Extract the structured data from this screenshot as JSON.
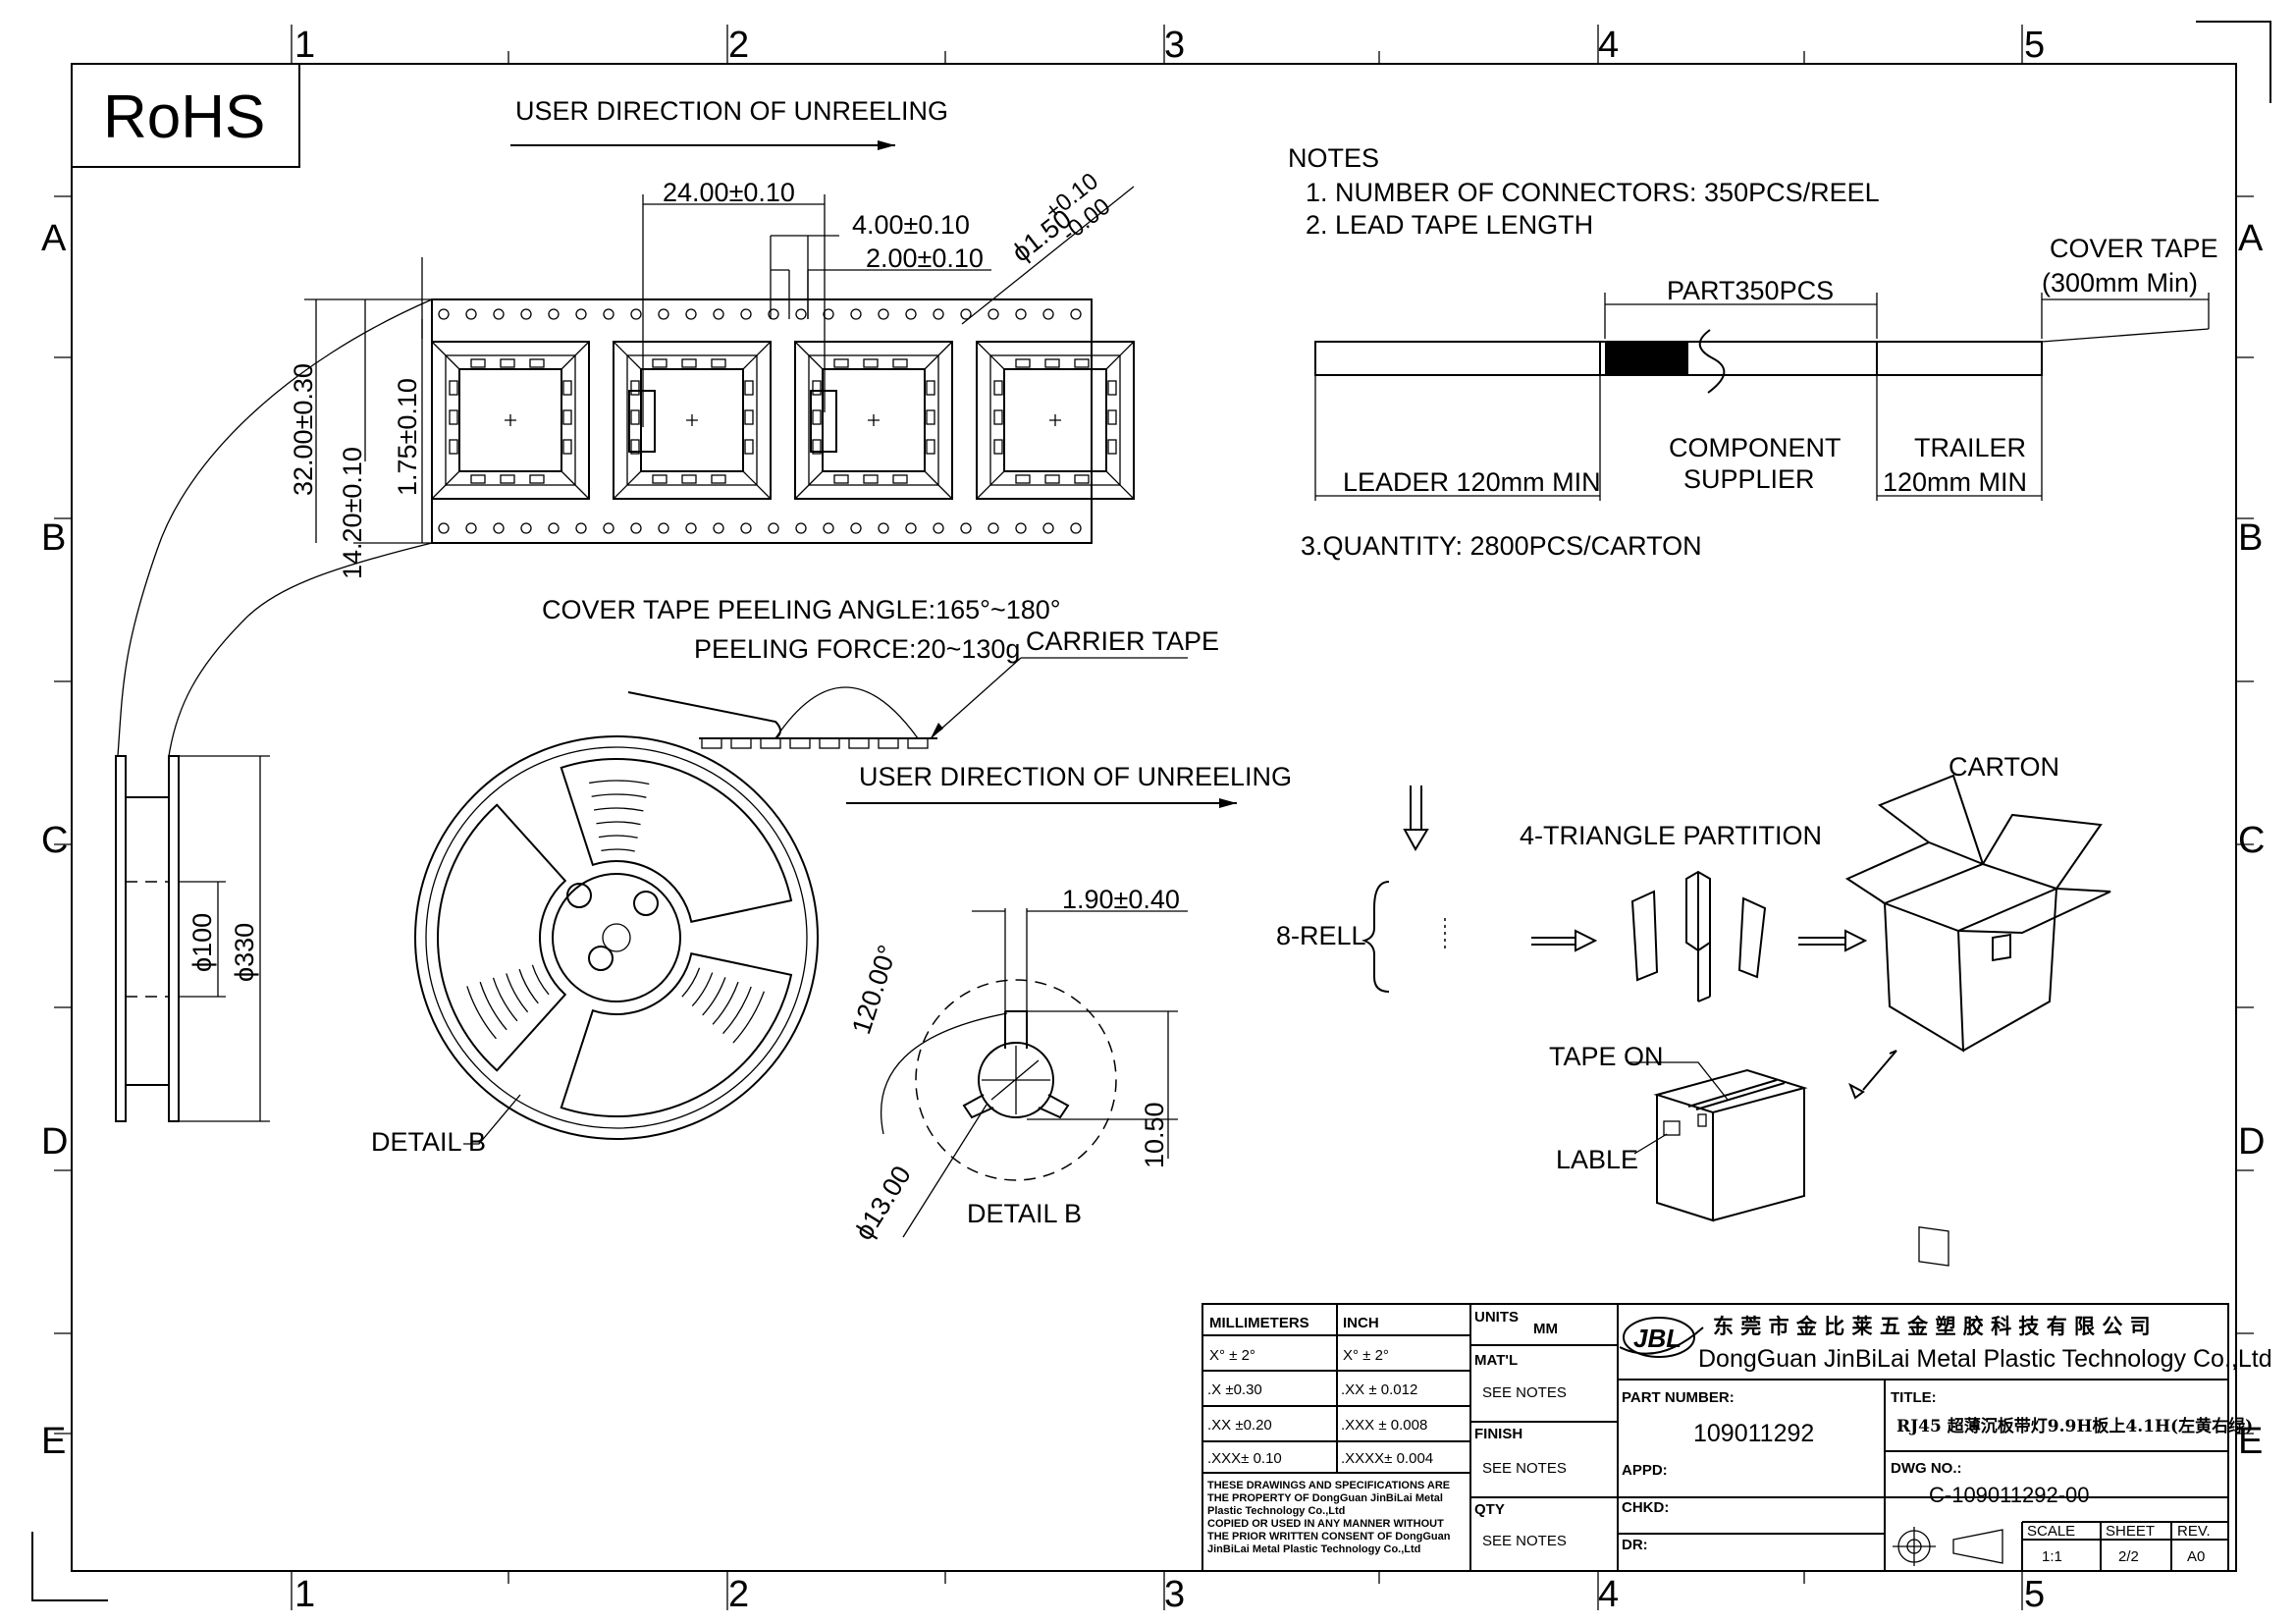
{
  "rohs": "RoHS",
  "border": {
    "cols": [
      "1",
      "2",
      "3",
      "4",
      "5"
    ],
    "rows": [
      "A",
      "B",
      "C",
      "D",
      "E"
    ]
  },
  "tape": {
    "direction_top": "USER DIRECTION OF UNREELING",
    "pitch": "24.00±0.10",
    "hole_pitch": "4.00±0.10",
    "hole_offset": "2.00±0.10",
    "hole_dia": "ϕ1.50",
    "hole_tol_plus": "+0.10",
    "hole_tol_minus": "-0.00",
    "width": "32.00±0.30",
    "center": "14.20±0.10",
    "edge": "1.75±0.10"
  },
  "reel": {
    "peel_angle": "COVER TAPE PEELING ANGLE:165°~180°",
    "peel_force": "PEELING FORCE:20~130g",
    "carrier_tape": "CARRIER TAPE",
    "direction": "USER DIRECTION OF UNREELING",
    "hub_dia": "ϕ100",
    "outer_dia": "ϕ330",
    "detail_ref": "DETAIL B"
  },
  "detail_b": {
    "title": "DETAIL B",
    "slot": "1.90±0.40",
    "angle": "120.00°",
    "height": "10.50",
    "diameter": "ϕ13.00"
  },
  "notes": {
    "title": "NOTES",
    "n1": "1. NUMBER OF CONNECTORS: 350PCS/REEL",
    "n2": "2. LEAD TAPE LENGTH",
    "n3": "3.QUANTITY:  2800PCS/CARTON",
    "part": "PART350PCS",
    "cover_tape": "COVER TAPE",
    "cover_min": "(300mm Min)",
    "leader": "LEADER 120mm MIN",
    "component": "COMPONENT",
    "supplier": "SUPPLIER",
    "trailer": "TRAILER",
    "trailer_min": "120mm MIN"
  },
  "packing": {
    "carton": "CARTON",
    "partition": "4-TRIANGLE PARTITION",
    "reels": "8-RELL",
    "tape_on": "TAPE ON",
    "lable": "LABLE"
  },
  "title_block": {
    "h_mm": "MILLIMETERS",
    "h_inch": "INCH",
    "mm_rows": [
      "X°  ± 2°",
      ".X   ±0.30",
      ".XX  ±0.20",
      ".XXX± 0.10"
    ],
    "inch_rows": [
      "X°   ± 2°",
      ".XX   ± 0.012",
      ".XXX  ± 0.008",
      ".XXXX± 0.004"
    ],
    "disclaimer": [
      "THESE DRAWINGS AND SPECIFICATIONS ARE",
      "THE PROPERTY OF DongGuan JinBiLai Metal",
      "Plastic Technology Co.,Ltd",
      "COPIED OR USED IN ANY MANNER WITHOUT",
      "THE PRIOR WRITTEN CONSENT OF DongGuan",
      "JinBiLai Metal Plastic Technology Co.,Ltd"
    ],
    "units_label": "UNITS",
    "units_value": "MM",
    "matl_label": "MAT'L",
    "matl_value": "SEE NOTES",
    "finish_label": "FINISH",
    "finish_value": "SEE NOTES",
    "qty_label": "QTY",
    "qty_value": "SEE NOTES",
    "logo": "JBL",
    "company_cn": "东 莞 市 金 比 莱 五 金 塑 胶 科 技 有 限 公 司",
    "company_en": "DongGuan JinBiLai Metal Plastic Technology Co.,Ltd",
    "part_label": "PART NUMBER:",
    "part_value": "109011292",
    "title_label": "TITLE:",
    "title_value": "RJ45 超薄沉板带灯9.9H板上4.1H(左黄右绿)",
    "appd": "APPD:",
    "chkd": "CHKD:",
    "dr": "DR:",
    "dwg_label": "DWG NO.:",
    "dwg_value": "C-109011292-00",
    "scale_label": "SCALE",
    "scale_value": "1:1",
    "sheet_label": "SHEET",
    "sheet_value": "2/2",
    "rev_label": "REV.",
    "rev_value": "A0"
  }
}
